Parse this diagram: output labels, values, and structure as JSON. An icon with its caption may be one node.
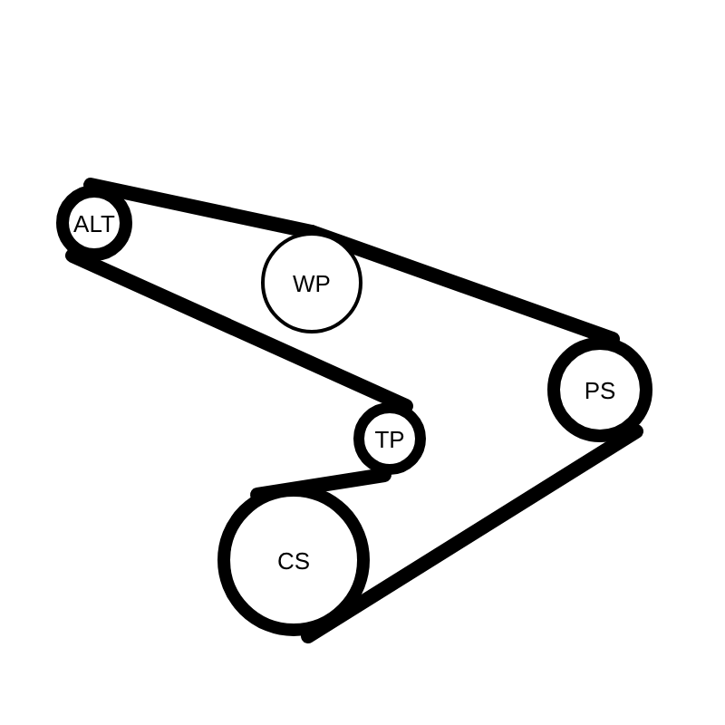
{
  "diagram": {
    "nodes": [
      {
        "text": [
          "ALT"
        ]
      },
      {
        "text": [
          "WP"
        ]
      },
      {
        "text": [
          "PS"
        ]
      },
      {
        "text": [
          "TP"
        ]
      },
      {
        "text": [
          "CS"
        ]
      }
    ],
    "edges": [
      {
        "from": 0,
        "to": 1,
        "arrow": "none"
      },
      {
        "from": 1,
        "to": 2,
        "arrow": "none"
      },
      {
        "from": 2,
        "to": 4,
        "arrow": "none"
      },
      {
        "from": 4,
        "to": 3,
        "arrow": "none"
      },
      {
        "from": 3,
        "to": 0,
        "arrow": "none"
      }
    ]
  }
}
